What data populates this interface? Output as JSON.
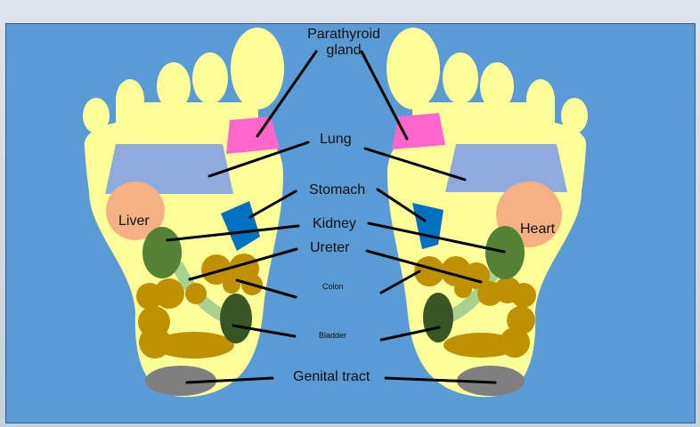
{
  "labels": {
    "parathyroid_line1": "Parathyroid",
    "parathyroid_line2": "gland",
    "lung": "Lung",
    "stomach": "Stomach",
    "liver": "Liver",
    "kidney": "Kidney",
    "heart": "Heart",
    "ureter": "Ureter",
    "colon": "Colon",
    "bladder": "Bladder",
    "genital_tract": "Genital tract"
  },
  "colors": {
    "background": "#5b9bd5",
    "foot": "#ffff99",
    "parathyroid": "#ff66cc",
    "lung": "#8faadc",
    "liver_heart": "#f4b183",
    "stomach": "#0070c0",
    "kidney": "#548235",
    "ureter": "#a9d18e",
    "colon": "#bf9000",
    "bladder": "#375623",
    "genital_tract": "#7f7f7f"
  }
}
